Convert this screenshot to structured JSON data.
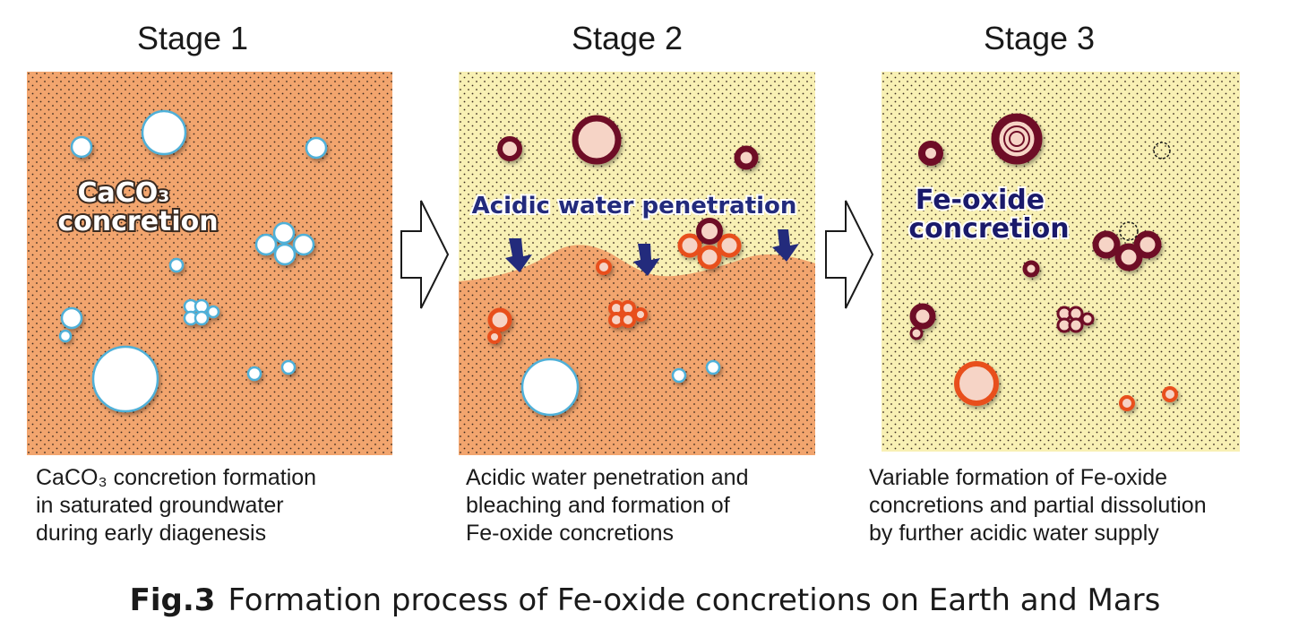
{
  "stages": [
    {
      "title": "Stage 1",
      "overlay_line1": "CaCO₃",
      "overlay_line2": "concretion",
      "description": [
        "CaCO₃ concretion formation",
        "in saturated groundwater",
        "during early diagenesis"
      ]
    },
    {
      "title": "Stage 2",
      "overlay_line1": "Acidic water penetration",
      "description": [
        "Acidic water penetration and",
        "bleaching and formation of",
        "Fe-oxide concretions"
      ]
    },
    {
      "title": "Stage 3",
      "overlay_line1": "Fe-oxide",
      "overlay_line2": "concretion",
      "description": [
        "Variable formation of Fe-oxide",
        "concretions and partial dissolution",
        "by further acidic water supply"
      ]
    }
  ],
  "caption": {
    "label": "Fig.3",
    "text": "Formation process of Fe-oxide concretions on Earth and Mars"
  },
  "colors": {
    "orange_sediment": "#F2A56E",
    "bleached_sediment": "#F8F0B4",
    "calcite_fill": "#FFFFFF",
    "calcite_rim": "#4FB0D8",
    "fe_oxide_dark": "#6E0F25",
    "fe_oxide_red": "#E8501E",
    "fe_oxide_core": "#F6D4C6",
    "arrow_navy": "#232B7C"
  }
}
